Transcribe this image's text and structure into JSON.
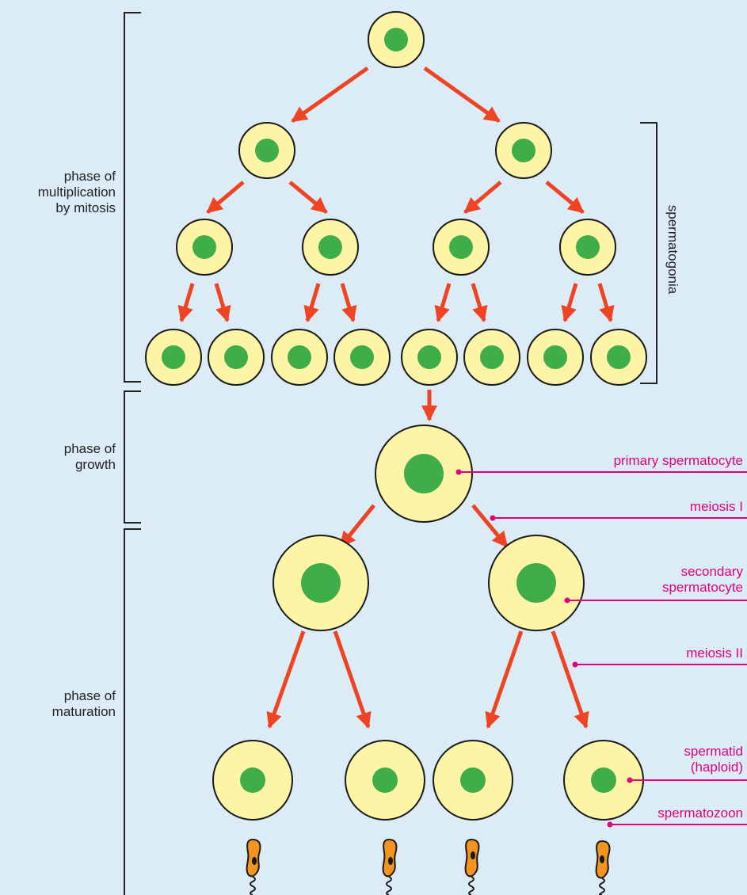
{
  "phases": {
    "multiplication_line1": "phase of",
    "multiplication_line2": "multiplication",
    "multiplication_line3": "by mitosis",
    "growth_line1": "phase of",
    "growth_line2": "growth",
    "maturation_line1": "phase of",
    "maturation_line2": "maturation"
  },
  "labels": {
    "spermatogonia": "spermatogonia",
    "primary_spermatocyte": "primary spermatocyte",
    "meiosis_1": "meiosis I",
    "secondary_line1": "secondary",
    "secondary_line2": "spermatocyte",
    "meiosis_2": "meiosis II",
    "spermatid_line1": "spermatid",
    "spermatid_line2": "(haploid)",
    "spermatozoon": "spermatozoon"
  },
  "colors": {
    "background": "#dcecf7",
    "cell_cytoplasm": "#fdf4a6",
    "nucleus": "#3fae49",
    "arrow": "#ee4423",
    "annotation": "#e0007a",
    "sperm_head": "#f2941f"
  }
}
